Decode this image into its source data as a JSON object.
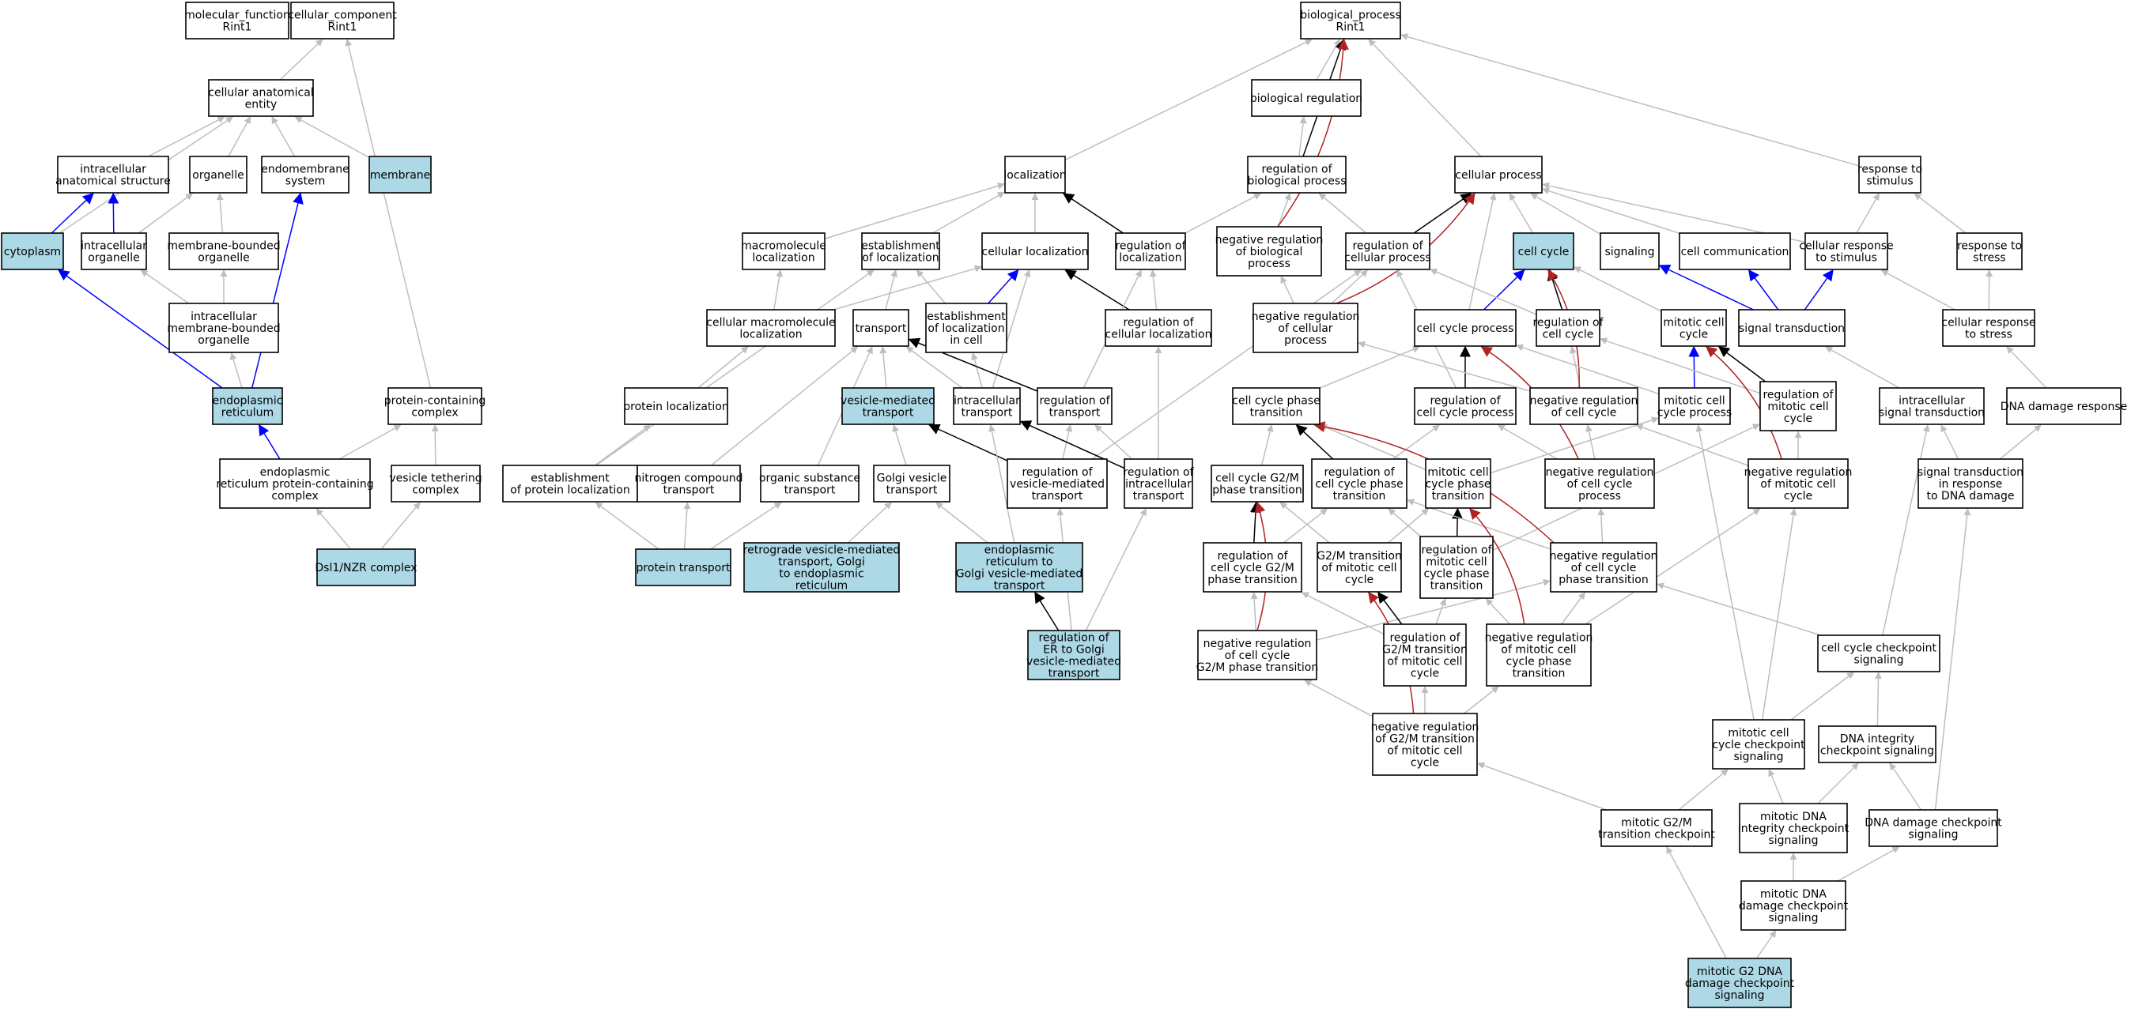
{
  "colors": {
    "is_a": "#bebebe",
    "part_of": "#0000ff",
    "regulates": "#000000",
    "negatively_regulates": "#b22222",
    "highlight_fill": "#add8e6",
    "default_fill": "#ffffff"
  },
  "nodes": [
    {
      "id": "mf",
      "label": "molecular_function\nRint1",
      "hl": false
    },
    {
      "id": "cc",
      "label": "cellular_component\nRint1",
      "hl": false
    },
    {
      "id": "bp",
      "label": "biological_process\nRint1",
      "hl": false
    },
    {
      "id": "cae",
      "label": "cellular anatomical\nentity",
      "hl": false
    },
    {
      "id": "ias",
      "label": "intracellular\nanatomical structure",
      "hl": false
    },
    {
      "id": "org",
      "label": "organelle",
      "hl": false
    },
    {
      "id": "ems",
      "label": "endomembrane\nsystem",
      "hl": false
    },
    {
      "id": "mem",
      "label": "membrane",
      "hl": true
    },
    {
      "id": "cyto",
      "label": "cytoplasm",
      "hl": true
    },
    {
      "id": "io",
      "label": "intracellular\norganelle",
      "hl": false
    },
    {
      "id": "mbo",
      "label": "membrane-bounded\norganelle",
      "hl": false
    },
    {
      "id": "imbo",
      "label": "intracellular\nmembrane-bounded\norganelle",
      "hl": false
    },
    {
      "id": "er",
      "label": "endoplasmic\nreticulum",
      "hl": true
    },
    {
      "id": "pcc",
      "label": "protein-containing\ncomplex",
      "hl": false
    },
    {
      "id": "erpcc",
      "label": "endoplasmic\nreticulum protein-containing\ncomplex",
      "hl": false
    },
    {
      "id": "vtc",
      "label": "vesicle tethering\ncomplex",
      "hl": false
    },
    {
      "id": "dsl",
      "label": "Dsl1/NZR complex",
      "hl": true
    },
    {
      "id": "biolreg",
      "label": "biological regulation",
      "hl": false
    },
    {
      "id": "loc",
      "label": "localization",
      "hl": false
    },
    {
      "id": "rbp",
      "label": "regulation of\nbiological process",
      "hl": false
    },
    {
      "id": "cp",
      "label": "cellular process",
      "hl": false
    },
    {
      "id": "rts",
      "label": "response to\nstimulus",
      "hl": false
    },
    {
      "id": "mml",
      "label": "macromolecule\nlocalization",
      "hl": false
    },
    {
      "id": "eol",
      "label": "establishment\nof localization",
      "hl": false
    },
    {
      "id": "cl",
      "label": "cellular localization",
      "hl": false
    },
    {
      "id": "rol",
      "label": "regulation of\nlocalization",
      "hl": false
    },
    {
      "id": "nrbp",
      "label": "negative regulation\nof biological\nprocess",
      "hl": false
    },
    {
      "id": "rcp",
      "label": "regulation of\ncellular process",
      "hl": false
    },
    {
      "id": "ccy",
      "label": "cell cycle",
      "hl": true
    },
    {
      "id": "sig",
      "label": "signaling",
      "hl": false
    },
    {
      "id": "ccom",
      "label": "cell communication",
      "hl": false
    },
    {
      "id": "crts",
      "label": "cellular response\nto stimulus",
      "hl": false
    },
    {
      "id": "rtstr",
      "label": "response to\nstress",
      "hl": false
    },
    {
      "id": "cmml",
      "label": "cellular macromolecule\nlocalization",
      "hl": false
    },
    {
      "id": "trans",
      "label": "transport",
      "hl": false
    },
    {
      "id": "eolc",
      "label": "establishment\nof localization\nin cell",
      "hl": false
    },
    {
      "id": "rcl",
      "label": "regulation of\ncellular localization",
      "hl": false
    },
    {
      "id": "nrcp",
      "label": "negative regulation\nof cellular\nprocess",
      "hl": false
    },
    {
      "id": "ccp",
      "label": "cell cycle process",
      "hl": false
    },
    {
      "id": "rcc",
      "label": "regulation of\ncell cycle",
      "hl": false
    },
    {
      "id": "mcc",
      "label": "mitotic cell\ncycle",
      "hl": false
    },
    {
      "id": "st",
      "label": "signal transduction",
      "hl": false
    },
    {
      "id": "crtstr",
      "label": "cellular response\nto stress",
      "hl": false
    },
    {
      "id": "pl",
      "label": "protein localization",
      "hl": false
    },
    {
      "id": "vmt",
      "label": "vesicle-mediated\ntransport",
      "hl": true
    },
    {
      "id": "it",
      "label": "intracellular\ntransport",
      "hl": false
    },
    {
      "id": "rot",
      "label": "regulation of\ntransport",
      "hl": false
    },
    {
      "id": "ccpt",
      "label": "cell cycle phase\ntransition",
      "hl": false
    },
    {
      "id": "rccp",
      "label": "regulation of\ncell cycle process",
      "hl": false
    },
    {
      "id": "nrcc",
      "label": "negative regulation\nof cell cycle",
      "hl": false
    },
    {
      "id": "mccp",
      "label": "mitotic cell\ncycle process",
      "hl": false
    },
    {
      "id": "rmcc",
      "label": "regulation of\nmitotic cell\ncycle",
      "hl": false
    },
    {
      "id": "ist",
      "label": "intracellular\nsignal transduction",
      "hl": false
    },
    {
      "id": "ddr",
      "label": "DNA damage response",
      "hl": false
    },
    {
      "id": "epl",
      "label": "establishment\nof protein localization",
      "hl": false
    },
    {
      "id": "nct",
      "label": "nitrogen compound\ntransport",
      "hl": false
    },
    {
      "id": "ost",
      "label": "organic substance\ntransport",
      "hl": false
    },
    {
      "id": "gvt",
      "label": "Golgi vesicle\ntransport",
      "hl": false
    },
    {
      "id": "rvmt",
      "label": "regulation of\nvesicle-mediated\ntransport",
      "hl": false
    },
    {
      "id": "rit",
      "label": "regulation of\nintracellular\ntransport",
      "hl": false
    },
    {
      "id": "g2mpt",
      "label": "cell cycle G2/M\nphase transition",
      "hl": false
    },
    {
      "id": "rccpt",
      "label": "regulation of\ncell cycle phase\ntransition",
      "hl": false
    },
    {
      "id": "mccpt",
      "label": "mitotic cell\ncycle phase\ntransition",
      "hl": false
    },
    {
      "id": "nrccp",
      "label": "negative regulation\nof cell cycle\nprocess",
      "hl": false
    },
    {
      "id": "nrmcc",
      "label": "negative regulation\nof mitotic cell\ncycle",
      "hl": false
    },
    {
      "id": "stddr",
      "label": "signal transduction\nin response\nto DNA damage",
      "hl": false
    },
    {
      "id": "ptr",
      "label": "protein transport",
      "hl": true
    },
    {
      "id": "rvgt",
      "label": "retrograde vesicle-mediated\ntransport, Golgi\nto endoplasmic\nreticulum",
      "hl": true
    },
    {
      "id": "ergt",
      "label": "endoplasmic\nreticulum to\nGolgi vesicle-mediated\ntransport",
      "hl": true
    },
    {
      "id": "rg2m",
      "label": "regulation of\ncell cycle G2/M\nphase transition",
      "hl": false
    },
    {
      "id": "g2mt",
      "label": "G2/M transition\nof mitotic cell\ncycle",
      "hl": false
    },
    {
      "id": "rmccpt",
      "label": "regulation of\nmitotic cell\ncycle phase\ntransition",
      "hl": false
    },
    {
      "id": "nrccpt",
      "label": "negative regulation\nof cell cycle\nphase transition",
      "hl": false
    },
    {
      "id": "ccck",
      "label": "cell cycle checkpoint\nsignaling",
      "hl": false
    },
    {
      "id": "rerg",
      "label": "regulation of\nER to Golgi\nvesicle-mediated\ntransport",
      "hl": true
    },
    {
      "id": "nrg2m",
      "label": "negative regulation\nof cell cycle\nG2/M phase transition",
      "hl": false
    },
    {
      "id": "rg2mt",
      "label": "regulation of\nG2/M transition\nof mitotic cell\ncycle",
      "hl": false
    },
    {
      "id": "nrmccpt",
      "label": "negative regulation\nof mitotic cell\ncycle phase\ntransition",
      "hl": false
    },
    {
      "id": "nrg2mt",
      "label": "negative regulation\nof G2/M transition\nof mitotic cell\ncycle",
      "hl": false
    },
    {
      "id": "mccks",
      "label": "mitotic cell\ncycle checkpoint\nsignaling",
      "hl": false
    },
    {
      "id": "dicks",
      "label": "DNA integrity\ncheckpoint signaling",
      "hl": false
    },
    {
      "id": "mg2mck",
      "label": "mitotic G2/M\ntransition checkpoint",
      "hl": false
    },
    {
      "id": "mdicks",
      "label": "mitotic DNA\nintegrity checkpoint\nsignaling",
      "hl": false
    },
    {
      "id": "ddcks",
      "label": "DNA damage checkpoint\nsignaling",
      "hl": false
    },
    {
      "id": "mddcks",
      "label": "mitotic DNA\ndamage checkpoint\nsignaling",
      "hl": false
    },
    {
      "id": "mg2dd",
      "label": "mitotic G2 DNA\ndamage checkpoint\nsignaling",
      "hl": true
    }
  ],
  "edges": [
    [
      "cae",
      "cc",
      "is_a"
    ],
    [
      "ias",
      "cae",
      "is_a"
    ],
    [
      "org",
      "cae",
      "is_a"
    ],
    [
      "ems",
      "cae",
      "is_a"
    ],
    [
      "mem",
      "cae",
      "is_a"
    ],
    [
      "cyto",
      "ias",
      "part_of"
    ],
    [
      "cyto",
      "cae",
      "is_a"
    ],
    [
      "io",
      "ias",
      "part_of"
    ],
    [
      "io",
      "org",
      "is_a"
    ],
    [
      "mbo",
      "org",
      "is_a"
    ],
    [
      "imbo",
      "io",
      "is_a"
    ],
    [
      "imbo",
      "mbo",
      "is_a"
    ],
    [
      "er",
      "imbo",
      "is_a"
    ],
    [
      "er",
      "cyto",
      "part_of"
    ],
    [
      "er",
      "ems",
      "part_of"
    ],
    [
      "pcc",
      "cc",
      "is_a"
    ],
    [
      "erpcc",
      "er",
      "part_of"
    ],
    [
      "erpcc",
      "pcc",
      "is_a"
    ],
    [
      "vtc",
      "pcc",
      "is_a"
    ],
    [
      "dsl",
      "erpcc",
      "is_a"
    ],
    [
      "dsl",
      "vtc",
      "is_a"
    ],
    [
      "biolreg",
      "bp",
      "is_a"
    ],
    [
      "loc",
      "bp",
      "is_a"
    ],
    [
      "rbp",
      "biolreg",
      "is_a"
    ],
    [
      "rbp",
      "bp",
      "regulates"
    ],
    [
      "cp",
      "bp",
      "is_a"
    ],
    [
      "rts",
      "bp",
      "is_a"
    ],
    [
      "nrbp",
      "rbp",
      "is_a"
    ],
    [
      "nrbp",
      "bp",
      "negatively_regulates"
    ],
    [
      "mml",
      "loc",
      "is_a"
    ],
    [
      "eol",
      "loc",
      "is_a"
    ],
    [
      "cl",
      "loc",
      "is_a"
    ],
    [
      "rol",
      "rbp",
      "is_a"
    ],
    [
      "rol",
      "loc",
      "regulates"
    ],
    [
      "rcp",
      "rbp",
      "is_a"
    ],
    [
      "rcp",
      "cp",
      "regulates"
    ],
    [
      "ccy",
      "cp",
      "is_a"
    ],
    [
      "sig",
      "cp",
      "is_a"
    ],
    [
      "ccom",
      "cp",
      "is_a"
    ],
    [
      "crts",
      "rts",
      "is_a"
    ],
    [
      "crts",
      "cp",
      "is_a"
    ],
    [
      "rtstr",
      "rts",
      "is_a"
    ],
    [
      "cmml",
      "mml",
      "is_a"
    ],
    [
      "cmml",
      "cl",
      "is_a"
    ],
    [
      "trans",
      "eol",
      "is_a"
    ],
    [
      "eolc",
      "eol",
      "is_a"
    ],
    [
      "eolc",
      "cl",
      "part_of"
    ],
    [
      "rcl",
      "rol",
      "is_a"
    ],
    [
      "rcl",
      "cl",
      "regulates"
    ],
    [
      "nrcp",
      "nrbp",
      "is_a"
    ],
    [
      "nrcp",
      "rcp",
      "is_a"
    ],
    [
      "nrcp",
      "cp",
      "negatively_regulates"
    ],
    [
      "ccp",
      "cp",
      "is_a"
    ],
    [
      "ccp",
      "ccy",
      "part_of"
    ],
    [
      "rcc",
      "rcp",
      "is_a"
    ],
    [
      "rcc",
      "ccy",
      "regulates"
    ],
    [
      "mcc",
      "ccy",
      "is_a"
    ],
    [
      "st",
      "sig",
      "part_of"
    ],
    [
      "st",
      "ccom",
      "part_of"
    ],
    [
      "st",
      "crts",
      "part_of"
    ],
    [
      "crtstr",
      "crts",
      "is_a"
    ],
    [
      "crtstr",
      "rtstr",
      "is_a"
    ],
    [
      "pl",
      "cmml",
      "is_a"
    ],
    [
      "vmt",
      "trans",
      "is_a"
    ],
    [
      "it",
      "trans",
      "is_a"
    ],
    [
      "it",
      "eolc",
      "is_a"
    ],
    [
      "it",
      "cl",
      "is_a"
    ],
    [
      "rot",
      "trans",
      "regulates"
    ],
    [
      "rot",
      "rol",
      "is_a"
    ],
    [
      "ccpt",
      "ccp",
      "is_a"
    ],
    [
      "rccp",
      "ccp",
      "regulates"
    ],
    [
      "rccp",
      "rcp",
      "is_a"
    ],
    [
      "nrcc",
      "rcc",
      "is_a"
    ],
    [
      "nrcc",
      "ccy",
      "negatively_regulates"
    ],
    [
      "nrcc",
      "nrcp",
      "is_a"
    ],
    [
      "mccp",
      "mcc",
      "part_of"
    ],
    [
      "mccp",
      "ccp",
      "is_a"
    ],
    [
      "rmcc",
      "rcc",
      "is_a"
    ],
    [
      "rmcc",
      "mcc",
      "regulates"
    ],
    [
      "ist",
      "st",
      "is_a"
    ],
    [
      "ddr",
      "crtstr",
      "is_a"
    ],
    [
      "epl",
      "pl",
      "is_a"
    ],
    [
      "epl",
      "eol",
      "is_a"
    ],
    [
      "nct",
      "trans",
      "is_a"
    ],
    [
      "ost",
      "trans",
      "is_a"
    ],
    [
      "gvt",
      "vmt",
      "is_a"
    ],
    [
      "rvmt",
      "vmt",
      "regulates"
    ],
    [
      "rvmt",
      "rot",
      "is_a"
    ],
    [
      "rvmt",
      "rcp",
      "is_a"
    ],
    [
      "rit",
      "it",
      "regulates"
    ],
    [
      "rit",
      "rot",
      "is_a"
    ],
    [
      "rit",
      "rcl",
      "is_a"
    ],
    [
      "g2mpt",
      "ccpt",
      "is_a"
    ],
    [
      "rccpt",
      "ccpt",
      "regulates"
    ],
    [
      "rccpt",
      "rccp",
      "is_a"
    ],
    [
      "mccpt",
      "ccpt",
      "is_a"
    ],
    [
      "mccpt",
      "mccp",
      "is_a"
    ],
    [
      "nrccp",
      "rccp",
      "is_a"
    ],
    [
      "nrccp",
      "ccp",
      "negatively_regulates"
    ],
    [
      "nrccp",
      "nrcc",
      "is_a"
    ],
    [
      "nrmcc",
      "rmcc",
      "is_a"
    ],
    [
      "nrmcc",
      "nrcc",
      "is_a"
    ],
    [
      "nrmcc",
      "mcc",
      "negatively_regulates"
    ],
    [
      "stddr",
      "ist",
      "is_a"
    ],
    [
      "stddr",
      "ddr",
      "is_a"
    ],
    [
      "ptr",
      "epl",
      "is_a"
    ],
    [
      "ptr",
      "nct",
      "is_a"
    ],
    [
      "ptr",
      "ost",
      "is_a"
    ],
    [
      "rvgt",
      "gvt",
      "is_a"
    ],
    [
      "ergt",
      "gvt",
      "is_a"
    ],
    [
      "ergt",
      "it",
      "is_a"
    ],
    [
      "rg2m",
      "g2mpt",
      "regulates"
    ],
    [
      "rg2m",
      "rccpt",
      "is_a"
    ],
    [
      "g2mt",
      "g2mpt",
      "is_a"
    ],
    [
      "g2mt",
      "mccpt",
      "is_a"
    ],
    [
      "rmccpt",
      "mccpt",
      "regulates"
    ],
    [
      "rmccpt",
      "rccpt",
      "is_a"
    ],
    [
      "rmccpt",
      "rmcc",
      "is_a"
    ],
    [
      "nrccpt",
      "rccpt",
      "is_a"
    ],
    [
      "nrccpt",
      "nrccp",
      "is_a"
    ],
    [
      "nrccpt",
      "ccpt",
      "negatively_regulates"
    ],
    [
      "ccck",
      "nrccpt",
      "is_a"
    ],
    [
      "ccck",
      "ist",
      "is_a"
    ],
    [
      "rerg",
      "ergt",
      "regulates"
    ],
    [
      "rerg",
      "rvmt",
      "is_a"
    ],
    [
      "rerg",
      "rit",
      "is_a"
    ],
    [
      "nrg2m",
      "rg2m",
      "is_a"
    ],
    [
      "nrg2m",
      "g2mpt",
      "negatively_regulates"
    ],
    [
      "nrg2m",
      "nrccpt",
      "is_a"
    ],
    [
      "rg2mt",
      "g2mt",
      "regulates"
    ],
    [
      "rg2mt",
      "rg2m",
      "is_a"
    ],
    [
      "rg2mt",
      "rmccpt",
      "is_a"
    ],
    [
      "nrmccpt",
      "rmccpt",
      "is_a"
    ],
    [
      "nrmccpt",
      "mccpt",
      "negatively_regulates"
    ],
    [
      "nrmccpt",
      "nrccpt",
      "is_a"
    ],
    [
      "nrmccpt",
      "nrmcc",
      "is_a"
    ],
    [
      "nrg2mt",
      "g2mt",
      "negatively_regulates"
    ],
    [
      "nrg2mt",
      "rg2mt",
      "is_a"
    ],
    [
      "nrg2mt",
      "nrg2m",
      "is_a"
    ],
    [
      "nrg2mt",
      "nrmccpt",
      "is_a"
    ],
    [
      "mccks",
      "ccck",
      "is_a"
    ],
    [
      "mccks",
      "nrmcc",
      "is_a"
    ],
    [
      "mccks",
      "mccp",
      "is_a"
    ],
    [
      "dicks",
      "ccck",
      "is_a"
    ],
    [
      "mg2mck",
      "mccks",
      "is_a"
    ],
    [
      "mg2mck",
      "nrg2mt",
      "is_a"
    ],
    [
      "mdicks",
      "mccks",
      "is_a"
    ],
    [
      "mdicks",
      "dicks",
      "is_a"
    ],
    [
      "ddcks",
      "dicks",
      "is_a"
    ],
    [
      "ddcks",
      "stddr",
      "is_a"
    ],
    [
      "mddcks",
      "mdicks",
      "is_a"
    ],
    [
      "mddcks",
      "ddcks",
      "is_a"
    ],
    [
      "mg2dd",
      "mg2mck",
      "is_a"
    ],
    [
      "mg2dd",
      "mddcks",
      "is_a"
    ]
  ]
}
